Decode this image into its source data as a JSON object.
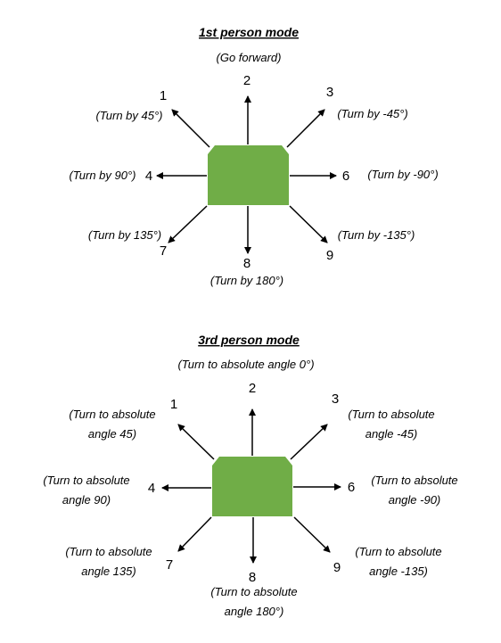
{
  "colors": {
    "body": "#70ad47",
    "arrow": "#000000",
    "text": "#000000"
  },
  "panels": [
    {
      "title": "1st person mode",
      "subtitle": "(Go forward)",
      "keys": {
        "k1": {
          "num": "1",
          "desc": [
            "(Turn by 45°)"
          ]
        },
        "k2": {
          "num": "2",
          "desc": []
        },
        "k3": {
          "num": "3",
          "desc": [
            "(Turn by -45°)"
          ]
        },
        "k4": {
          "num": "4",
          "desc": [
            "(Turn by 90°)"
          ]
        },
        "k6": {
          "num": "6",
          "desc": [
            "(Turn by -90°)"
          ]
        },
        "k7": {
          "num": "7",
          "desc": [
            "(Turn by 135°)"
          ]
        },
        "k8": {
          "num": "8",
          "desc": [
            "(Turn by 180°)"
          ]
        },
        "k9": {
          "num": "9",
          "desc": [
            "(Turn by -135°)"
          ]
        }
      }
    },
    {
      "title": "3rd person mode",
      "subtitle": "(Turn to absolute angle 0°)",
      "keys": {
        "k1": {
          "num": "1",
          "desc": [
            "(Turn to absolute",
            "angle 45)"
          ]
        },
        "k2": {
          "num": "2",
          "desc": []
        },
        "k3": {
          "num": "3",
          "desc": [
            "(Turn to absolute",
            "angle -45)"
          ]
        },
        "k4": {
          "num": "4",
          "desc": [
            "(Turn to absolute",
            "angle 90)"
          ]
        },
        "k6": {
          "num": "6",
          "desc": [
            "(Turn to absolute",
            "angle -90)"
          ]
        },
        "k7": {
          "num": "7",
          "desc": [
            "(Turn to absolute",
            "angle 135)"
          ]
        },
        "k8": {
          "num": "8",
          "desc": [
            "(Turn to absolute",
            "angle 180°)"
          ]
        },
        "k9": {
          "num": "9",
          "desc": [
            "(Turn to absolute",
            "angle -135)"
          ]
        }
      }
    }
  ]
}
